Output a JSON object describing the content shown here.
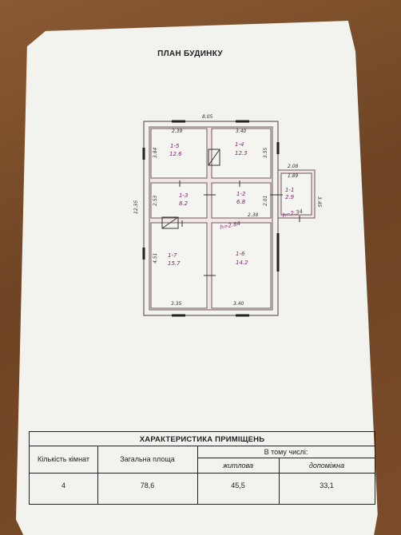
{
  "plan": {
    "title": "ПЛАН БУДИНКУ",
    "overall_width": "8.05",
    "overall_height": "12.35",
    "rooms": [
      {
        "id": "1-5",
        "area": "12.6"
      },
      {
        "id": "1-4",
        "area": "12.3"
      },
      {
        "id": "1-3",
        "area": "8.2"
      },
      {
        "id": "1-2",
        "area": "6.8"
      },
      {
        "id": "1-1",
        "area": "2.9"
      },
      {
        "id": "1-7",
        "area": "15.7"
      },
      {
        "id": "1-6",
        "area": "14.2"
      }
    ],
    "dimensions": [
      "2.39",
      "3.40",
      "3.84",
      "3.55",
      "2.08",
      "1.89",
      "3.45",
      "2.38",
      "4.51",
      "3.35",
      "3.40",
      "2.53",
      "2.01"
    ],
    "height_note": "h=2.84",
    "height_note_2": "h=2.34"
  },
  "table": {
    "title": "ХАРАКТЕРИСТИКА ПРИМІЩЕНЬ",
    "col_rooms": "Кількість кімнат",
    "col_total": "Загальна площа",
    "col_including": "В тому числі:",
    "col_living": "житлова",
    "col_aux": "допоміжна",
    "rooms_value": "4",
    "total_value": "78,6",
    "living_value": "45,5",
    "aux_value": "33,1"
  }
}
